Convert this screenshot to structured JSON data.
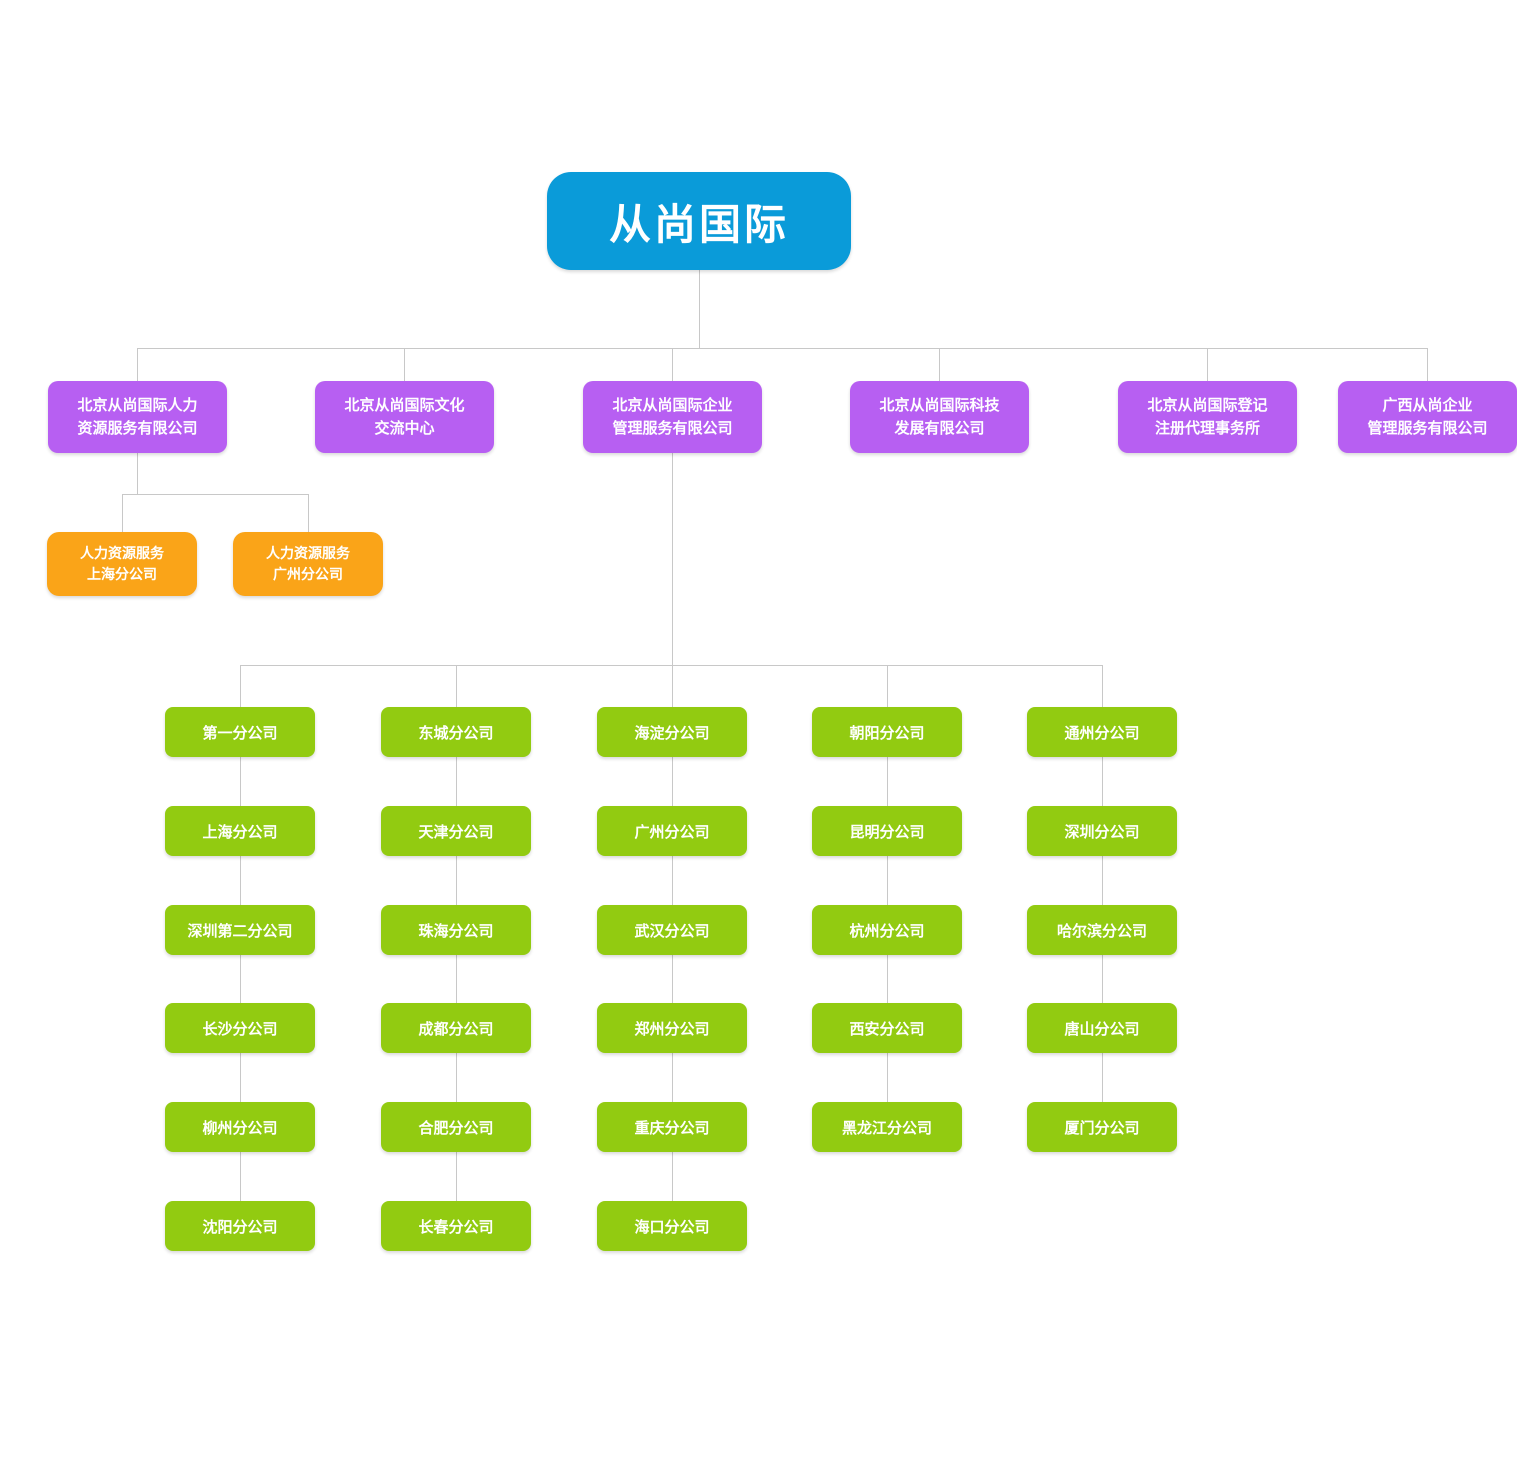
{
  "chart": {
    "title": "从尚国际 organization chart",
    "root": {
      "label": "从尚国际"
    },
    "level2": [
      {
        "label": "北京从尚国际人力\n资源服务有限公司"
      },
      {
        "label": "北京从尚国际文化\n交流中心"
      },
      {
        "label": "北京从尚国际企业\n管理服务有限公司"
      },
      {
        "label": "北京从尚国际科技\n发展有限公司"
      },
      {
        "label": "北京从尚国际登记\n注册代理事务所"
      },
      {
        "label": "广西从尚企业\n管理服务有限公司"
      }
    ],
    "hr_branches": [
      {
        "label": "人力资源服务\n上海分公司"
      },
      {
        "label": "人力资源服务\n广州分公司"
      }
    ],
    "branch_columns": [
      [
        "第一分公司",
        "上海分公司",
        "深圳第二分公司",
        "长沙分公司",
        "柳州分公司",
        "沈阳分公司"
      ],
      [
        "东城分公司",
        "天津分公司",
        "珠海分公司",
        "成都分公司",
        "合肥分公司",
        "长春分公司"
      ],
      [
        "海淀分公司",
        "广州分公司",
        "武汉分公司",
        "郑州分公司",
        "重庆分公司",
        "海口分公司"
      ],
      [
        "朝阳分公司",
        "昆明分公司",
        "杭州分公司",
        "西安分公司",
        "黑龙江分公司"
      ],
      [
        "通州分公司",
        "深圳分公司",
        "哈尔滨分公司",
        "唐山分公司",
        "厦门分公司"
      ]
    ],
    "colors": {
      "root": "#0a9bd9",
      "level2": "#b75ff2",
      "level3": "#faa418",
      "branch": "#92cb11",
      "connector": "#c8c8c8",
      "text": "#ffffff"
    }
  }
}
